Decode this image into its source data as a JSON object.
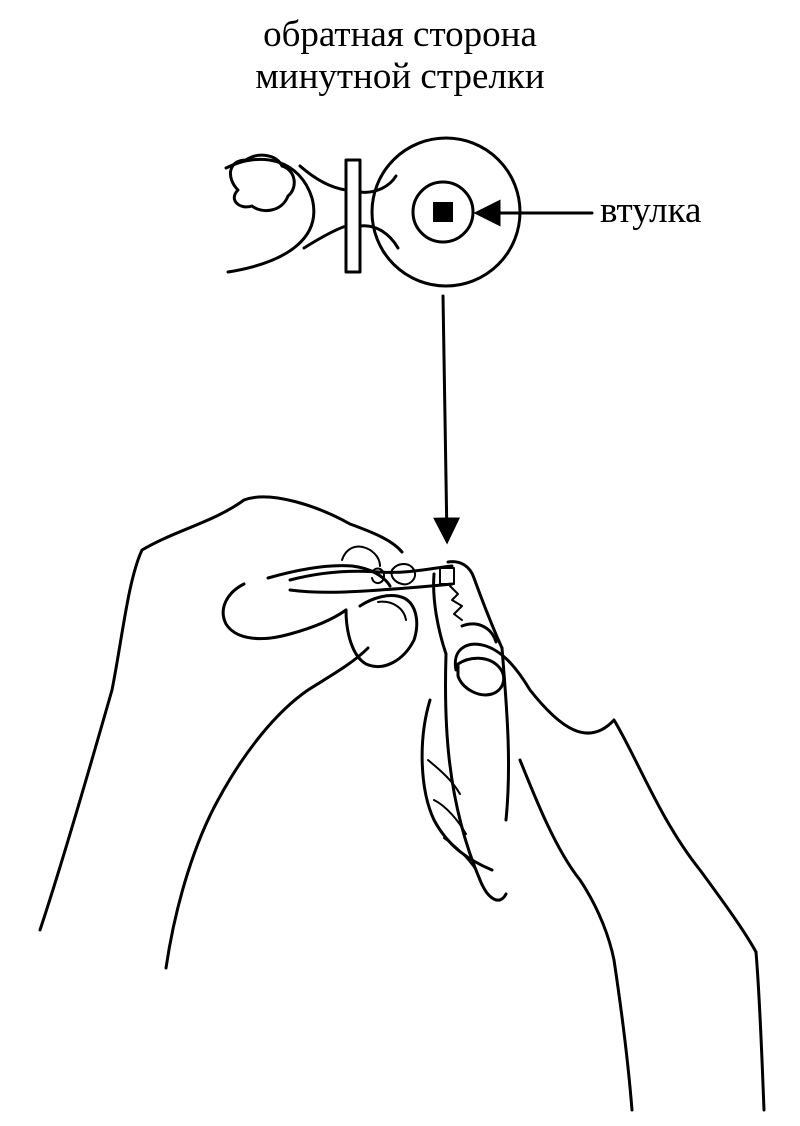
{
  "title": {
    "line1": "обратная сторона",
    "line2": "минутной стрелки"
  },
  "callout": {
    "label": "втулка"
  }
}
